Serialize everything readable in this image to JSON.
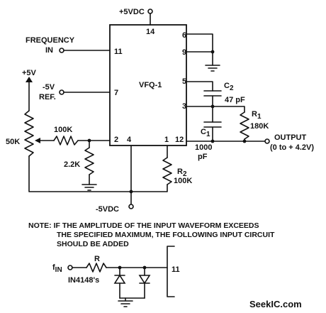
{
  "supply_top": "+5VDC",
  "supply_bottom": "-5VDC",
  "plus5v": "+5V",
  "ic": {
    "name": "VFQ-1",
    "pins": {
      "p14": "14",
      "p6": "6",
      "p9": "9",
      "p11": "11",
      "p7": "7",
      "p5": "5",
      "p3": "3",
      "p2": "2",
      "p4": "4",
      "p1": "1",
      "p12": "12"
    }
  },
  "inputs": {
    "frequency_line1": "FREQUENCY",
    "frequency_line2": "IN",
    "ref_line1": "-5V",
    "ref_line2": "REF."
  },
  "components": {
    "pot": "50K",
    "r_series": "100K",
    "r_ground": "2.2K",
    "c2_name": "C",
    "c2_sub": "2",
    "c2_value": "47 pF",
    "r1_name": "R",
    "r1_sub": "1",
    "r1_value": "180K",
    "c1_name": "C",
    "c1_sub": "1",
    "c1_value_line1": "1000",
    "c1_value_line2": "pF",
    "r2_name": "R",
    "r2_sub": "2",
    "r2_value": "100K"
  },
  "output": {
    "label": "OUTPUT",
    "range": "(0 to + 4.2V)"
  },
  "note": {
    "line1": "NOTE:  IF THE AMPLITUDE OF THE INPUT WAVEFORM EXCEEDS",
    "line2": "THE SPECIFIED MAXIMUM, THE FOLLOWING INPUT CIRCUIT",
    "line3": "SHOULD BE ADDED"
  },
  "input_circuit": {
    "fin": "f",
    "fin_sub": "IN",
    "r": "R",
    "diodes": "IN4148's",
    "pin": "11"
  },
  "watermark": "SeekIC.com"
}
